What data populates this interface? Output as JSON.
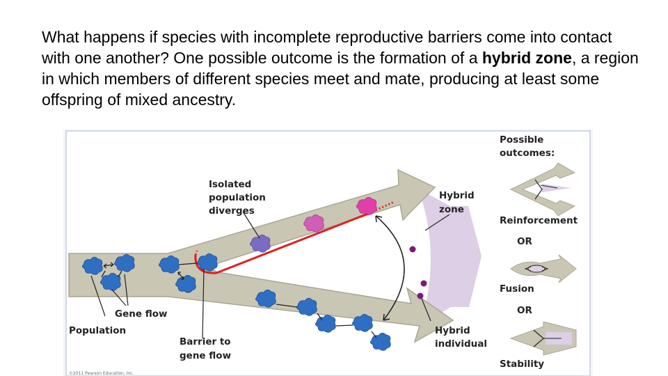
{
  "caption": {
    "part1": "What happens if species with incomplete reproductive barriers come into contact with one another?  One possible outcome is the formation of a ",
    "bold": "hybrid zone",
    "part2": ", a region in which members of different species meet and mate, producing at least some offspring of mixed ancestry."
  },
  "diagram": {
    "labels": {
      "isolated": [
        "Isolated",
        "population",
        "diverges"
      ],
      "hybrid_zone": [
        "Hybrid",
        "zone"
      ],
      "gene_flow": "Gene flow",
      "population": "Population",
      "barrier": [
        "Barrier to",
        "gene flow"
      ],
      "hybrid_individual": [
        "Hybrid",
        "individual"
      ]
    },
    "outcomes": {
      "title": [
        "Possible",
        "outcomes:"
      ],
      "reinforcement": "Reinforcement",
      "or1": "OR",
      "fusion": "Fusion",
      "or2": "OR",
      "stability": "Stability"
    },
    "copyright": "©2011 Pearson Education, Inc."
  },
  "colors": {
    "arrow_fill": "#c9c6b4",
    "arrow_stroke": "#a9a694",
    "hybrid_zone": "#dccfe6",
    "barrier_red": "#e02020",
    "blue_population": "#2f6fc3",
    "purple_diverged": "#7a6bc4",
    "magenta": "#e040a8",
    "pink": "#cf5fb8",
    "hybrid_dot": "#7a1a78"
  }
}
